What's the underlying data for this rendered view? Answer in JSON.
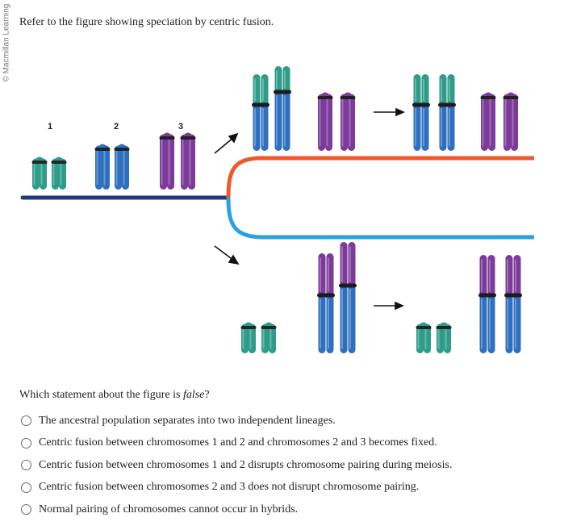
{
  "credit": "© Macmillan Learning",
  "intro": "Refer to the figure showing speciation by centric fusion.",
  "figure": {
    "labels": [
      "1",
      "2",
      "3"
    ],
    "colors": {
      "chr1": "#2f9c8a",
      "chr2": "#2f6fc0",
      "chr3": "#7c3a9a",
      "centromere": "#1c1c1c",
      "ancestral_line": "#213a7c",
      "upper_lineage": "#ec5a2a",
      "lower_lineage": "#2aa2e0"
    }
  },
  "question": {
    "prefix": "Which statement about the figure is ",
    "emphasis": "false",
    "suffix": "?"
  },
  "options": [
    "The ancestral population separates into two independent lineages.",
    "Centric fusion between chromosomes 1 and 2 and chromosomes 2 and 3 becomes fixed.",
    "Centric fusion between chromosomes 1 and 2 disrupts chromosome pairing during meiosis.",
    "Centric fusion between chromosomes 2 and 3 does not disrupt chromosome pairing.",
    "Normal pairing of chromosomes cannot occur in hybrids."
  ]
}
